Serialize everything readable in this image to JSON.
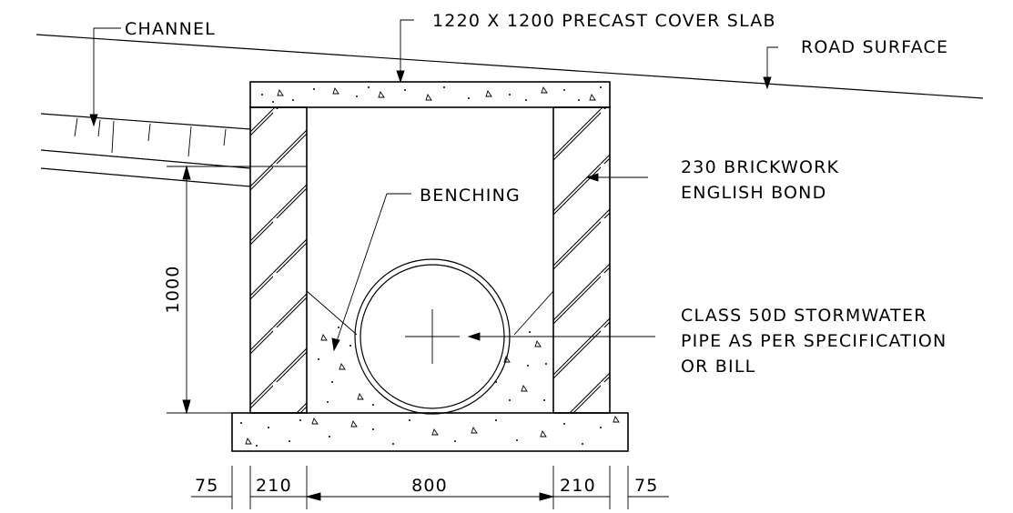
{
  "labels": {
    "cover_slab": "1220 X 1200 PRECAST COVER SLAB",
    "channel": "CHANNEL",
    "road_surface": "ROAD SURFACE",
    "brickwork_line1": "230 BRICKWORK",
    "brickwork_line2": "ENGLISH BOND",
    "benching": "BENCHING",
    "pipe_line1": "CLASS 50D STORMWATER",
    "pipe_line2": "PIPE AS PER SPECIFICATION",
    "pipe_line3": "OR BILL"
  },
  "dimensions": {
    "height": "1000",
    "left_margin": "75",
    "left_wall": "210",
    "internal_width": "800",
    "right_wall": "210",
    "right_margin": "75"
  }
}
